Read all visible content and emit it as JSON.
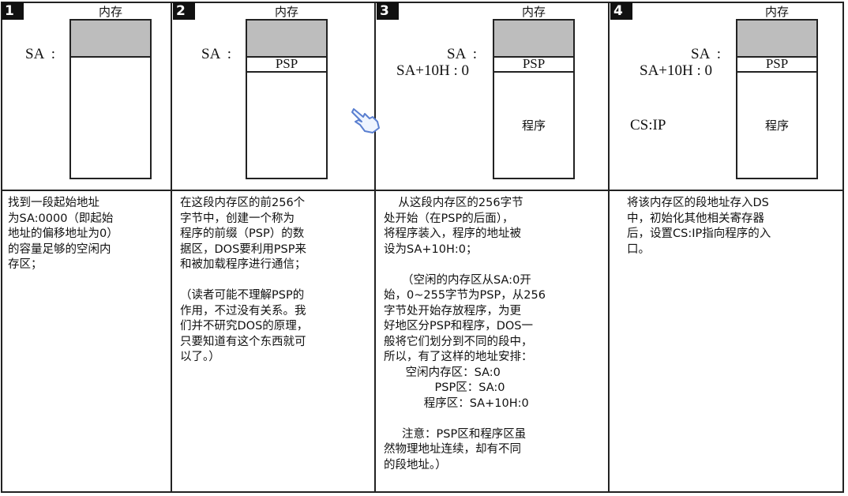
{
  "memory_title": "内存",
  "panels": [
    {
      "number": "1",
      "labels": {
        "sa": "SA  :"
      },
      "text": "找到一段起始地址\n为SA:0000（即起始\n地址的偏移地址为0）\n的容量足够的空闲内\n存区；"
    },
    {
      "number": "2",
      "labels": {
        "sa": "SA  :"
      },
      "psp": "PSP",
      "text": "在这段内存区的前256个\n字节中，创建一个称为\n程序的前缀（PSP）的数\n据区，DOS要利用PSP来\n和被加载程序进行通信；\n\n（读者可能不理解PSP的\n作用，不过没有关系。我\n们并不研究DOS的原理，\n只要知道有这个东西就可\n以了。）"
    },
    {
      "number": "3",
      "labels": {
        "sa": "SA  :",
        "sa10": "SA+10H : 0"
      },
      "psp": "PSP",
      "program": "程序",
      "text": "    从这段内存区的256字节\n处开始（在PSP的后面），\n将程序装入，程序的地址被\n设为SA+10H:0；\n\n     （空闲的内存区从SA:0开\n始，0~255字节为PSP，从256\n字节处开始存放程序，为更\n好地区分PSP和程序，DOS一\n般将它们划分到不同的段中，\n所以，有了这样的地址安排：\n      空闲内存区：SA:0\n              PSP区：SA:0\n           程序区：SA+10H:0\n\n     注意：PSP区和程序区虽\n然物理地址连续，却有不同\n的段地址。）"
    },
    {
      "number": "4",
      "labels": {
        "sa": "SA  :",
        "sa10": "SA+10H : 0",
        "csip": "CS:IP"
      },
      "psp": "PSP",
      "program": "程序",
      "text": "将该内存区的段地址存入DS\n中，初始化其他相关寄存器\n后，设置CS:IP指向程序的入\n口。"
    }
  ],
  "colors": {
    "border": "#222222",
    "used_memory": "#bdbdbd"
  },
  "icons": {
    "cursor": "hand-pointer-icon"
  }
}
